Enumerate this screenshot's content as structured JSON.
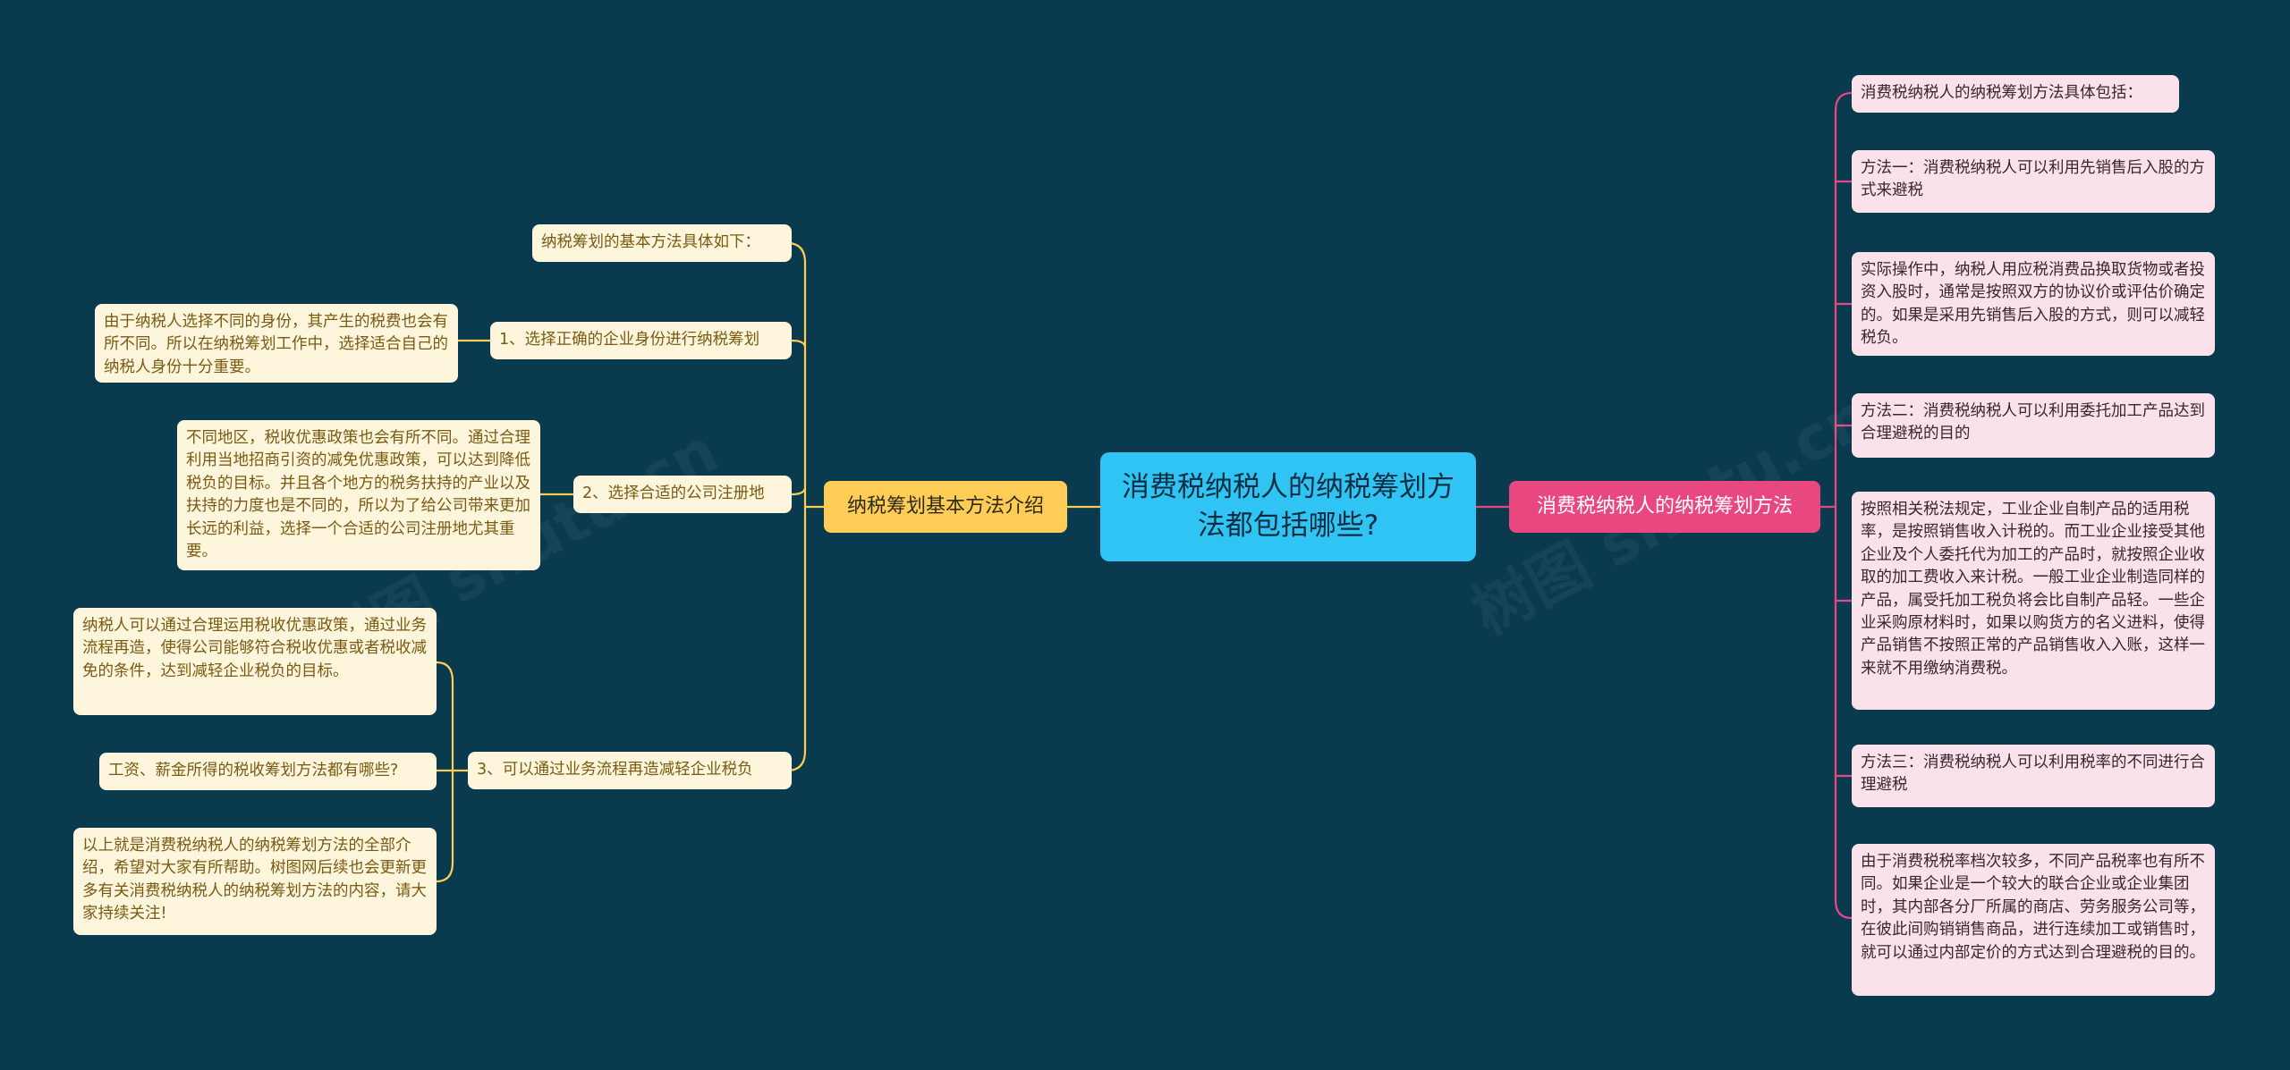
{
  "root": {
    "text": "消费税纳税人的纳税筹划方法都包括哪些?"
  },
  "left_branch": {
    "title": "纳税筹划基本方法介绍",
    "intro": "纳税筹划的基本方法具体如下：",
    "items": [
      {
        "label": "1、选择正确的企业身份进行纳税筹划",
        "detail": "由于纳税人选择不同的身份，其产生的税费也会有所不同。所以在纳税筹划工作中，选择适合自己的纳税人身份十分重要。"
      },
      {
        "label": "2、选择合适的公司注册地",
        "detail": "不同地区，税收优惠政策也会有所不同。通过合理利用当地招商引资的减免优惠政策，可以达到降低税负的目标。并且各个地方的税务扶持的产业以及扶持的力度也是不同的，所以为了给公司带来更加长远的利益，选择一个合适的公司注册地尤其重要。"
      },
      {
        "label": "3、可以通过业务流程再造减轻企业税负",
        "details": [
          "纳税人可以通过合理运用税收优惠政策，通过业务流程再造，使得公司能够符合税收优惠或者税收减免的条件，达到减轻企业税负的目标。",
          "工资、薪金所得的税收筹划方法都有哪些?",
          "以上就是消费税纳税人的纳税筹划方法的全部介绍，希望对大家有所帮助。树图网后续也会更新更多有关消费税纳税人的纳税筹划方法的内容，请大家持续关注!"
        ]
      }
    ]
  },
  "right_branch": {
    "title": "消费税纳税人的纳税筹划方法",
    "items": [
      "消费税纳税人的纳税筹划方法具体包括：",
      "方法一：消费税纳税人可以利用先销售后入股的方式来避税",
      "实际操作中，纳税人用应税消费品换取货物或者投资入股时，通常是按照双方的协议价或评估价确定的。如果是采用先销售后入股的方式，则可以减轻税负。",
      "方法二：消费税纳税人可以利用委托加工产品达到合理避税的目的",
      "按照相关税法规定，工业企业自制产品的适用税率，是按照销售收入计税的。而工业企业接受其他企业及个人委托代为加工的产品时，就按照企业收取的加工费收入来计税。一般工业企业制造同样的产品，属受托加工税负将会比自制产品轻。一些企业采购原材料时，如果以购货方的名义进料，使得产品销售不按照正常的产品销售收入入账，这样一来就不用缴纳消费税。",
      "方法三：消费税纳税人可以利用税率的不同进行合理避税",
      "由于消费税税率档次较多，不同产品税率也有所不同。如果企业是一个较大的联合企业或企业集团时，其内部各分厂所属的商店、劳务服务公司等，在彼此间购销销售商品，进行连续加工或销售时，就可以通过内部定价的方式达到合理避税的目的。"
    ]
  },
  "colors": {
    "background": "#0a3a4e",
    "root": "#2fc4f4",
    "left_branch": "#ffcd55",
    "left_line": "#ffcd55",
    "right_branch": "#e8477f",
    "right_line": "#e8477f"
  }
}
